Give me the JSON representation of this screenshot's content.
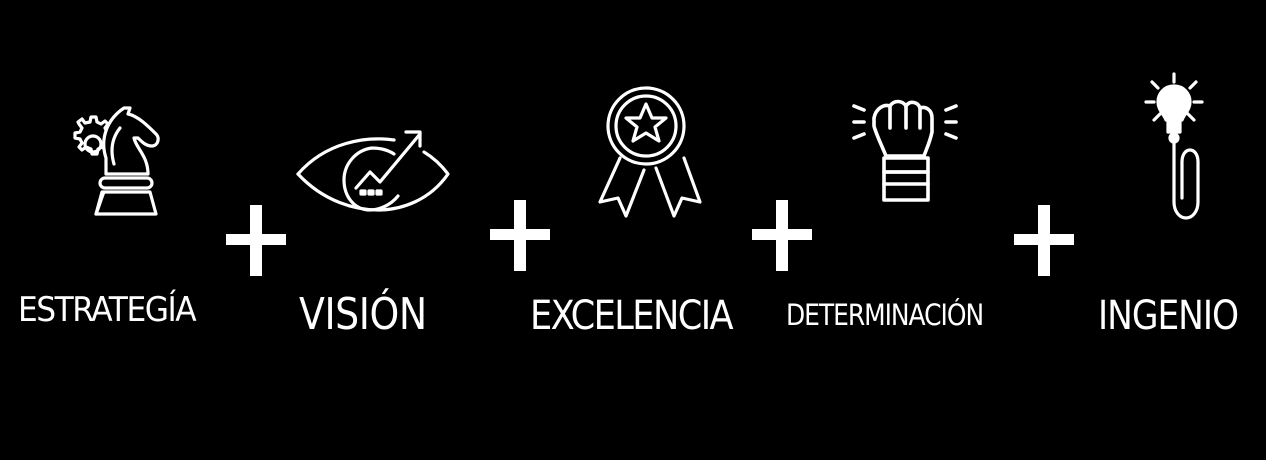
{
  "banner": {
    "background": "#000000",
    "foreground": "#ffffff",
    "items": [
      {
        "label": "ESTRATEGÍA",
        "icon": "chess-knight-gear-icon"
      },
      {
        "label": "VISIÓN",
        "icon": "eye-growth-arrow-icon"
      },
      {
        "label": "EXCELENCIA",
        "icon": "award-ribbon-star-icon"
      },
      {
        "label": "DETERMINACIÓN",
        "icon": "raised-fist-icon"
      },
      {
        "label": "INGENIO",
        "icon": "lightbulb-paperclip-icon"
      }
    ],
    "separator": "+"
  }
}
